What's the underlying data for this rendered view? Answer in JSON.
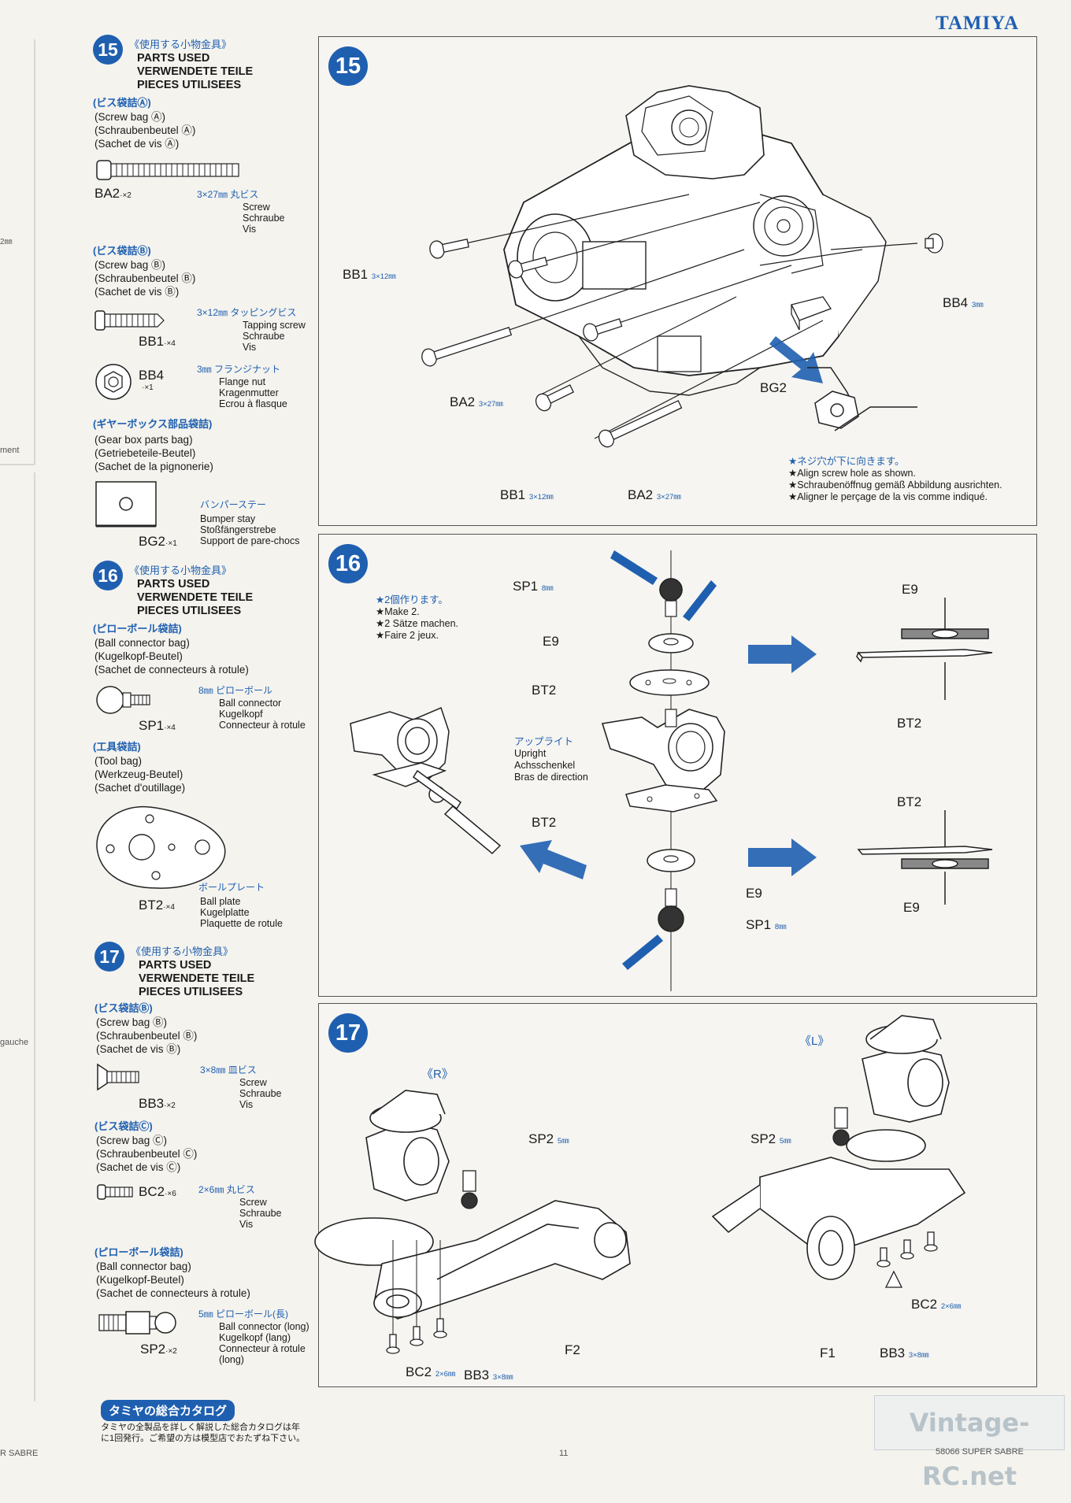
{
  "brand": "TAMIYA",
  "step15": {
    "number": "15",
    "parts_jp": "《使用する小物金具》",
    "parts_title": [
      "PARTS USED",
      "VERWENDETE TEILE",
      "PIECES UTILISEES"
    ],
    "bag_a_jp": "(ビス袋詰Ⓐ)",
    "bag_a": [
      "(Screw bag Ⓐ)",
      "(Schraubenbeutel Ⓐ)",
      "(Sachet de vis Ⓐ)"
    ],
    "ba2": {
      "code": "BA2",
      "qty": "·×2",
      "size_jp": "3×27㎜ 丸ビス",
      "desc": [
        "Screw",
        "Schraube",
        "Vis"
      ]
    },
    "bag_b_jp": "(ビス袋詰Ⓑ)",
    "bag_b": [
      "(Screw bag Ⓑ)",
      "(Schraubenbeutel Ⓑ)",
      "(Sachet de vis Ⓑ)"
    ],
    "bb1": {
      "code": "BB1",
      "qty": "·×4",
      "size_jp": "3×12㎜ タッピングビス",
      "desc": [
        "Tapping screw",
        "Schraube",
        "Vis"
      ]
    },
    "bb4": {
      "code": "BB4",
      "qty": "·×1",
      "size_jp": "3㎜ フランジナット",
      "desc": [
        "Flange nut",
        "Kragenmutter",
        "Ecrou à flasque"
      ]
    },
    "gear_bag_jp": "(ギヤーボックス部品袋詰)",
    "gear_bag": [
      "(Gear box parts bag)",
      "(Getriebeteile-Beutel)",
      "(Sachet de la pignonerie)"
    ],
    "bg2": {
      "code": "BG2",
      "qty": "·×1",
      "name_jp": "バンパーステー",
      "desc": [
        "Bumper stay",
        "Stoßfängerstrebe",
        "Support de pare-chocs"
      ]
    }
  },
  "step16": {
    "number": "16",
    "parts_jp": "《使用する小物金具》",
    "parts_title": [
      "PARTS USED",
      "VERWENDETE TEILE",
      "PIECES UTILISEES"
    ],
    "ball_bag_jp": "(ピローボール袋詰)",
    "ball_bag": [
      "(Ball connector bag)",
      "(Kugelkopf-Beutel)",
      "(Sachet de connecteurs à rotule)"
    ],
    "sp1": {
      "code": "SP1",
      "qty": "·×4",
      "size_jp": "8㎜ ピローボール",
      "desc": [
        "Ball connector",
        "Kugelkopf",
        "Connecteur à rotule"
      ]
    },
    "tool_bag_jp": "(工具袋詰)",
    "tool_bag": [
      "(Tool bag)",
      "(Werkzeug-Beutel)",
      "(Sachet d'outillage)"
    ],
    "bt2": {
      "code": "BT2",
      "qty": "·×4",
      "name_jp": "ボールプレート",
      "desc": [
        "Ball plate",
        "Kugelplatte",
        "Plaquette de rotule"
      ]
    }
  },
  "step17": {
    "number": "17",
    "parts_jp": "《使用する小物金具》",
    "parts_title": [
      "PARTS USED",
      "VERWENDETE TEILE",
      "PIECES UTILISEES"
    ],
    "bag_b_jp": "(ビス袋詰Ⓑ)",
    "bag_b": [
      "(Screw bag Ⓑ)",
      "(Schraubenbeutel Ⓑ)",
      "(Sachet de vis Ⓑ)"
    ],
    "bb3": {
      "code": "BB3",
      "qty": "·×2",
      "size_jp": "3×8㎜ 皿ビス",
      "desc": [
        "Screw",
        "Schraube",
        "Vis"
      ]
    },
    "bag_c_jp": "(ビス袋詰Ⓒ)",
    "bag_c": [
      "(Screw bag Ⓒ)",
      "(Schraubenbeutel Ⓒ)",
      "(Sachet de vis Ⓒ)"
    ],
    "bc2": {
      "code": "BC2",
      "qty": "·×6",
      "size_jp": "2×6㎜ 丸ビス",
      "desc": [
        "Screw",
        "Schraube",
        "Vis"
      ]
    },
    "ball_bag_jp": "(ピローボール袋詰)",
    "ball_bag": [
      "(Ball connector bag)",
      "(Kugelkopf-Beutel)",
      "(Sachet de connecteurs à rotule)"
    ],
    "sp2": {
      "code": "SP2",
      "qty": "·×2",
      "size_jp": "5㎜ ピローボール(長)",
      "desc": [
        "Ball connector (long)",
        "Kugelkopf (lang)",
        "Connecteur à rotule",
        "(long)"
      ]
    }
  },
  "panel15": {
    "number": "15",
    "labels": {
      "bb1_a": "BB1",
      "bb1_a_size": "3×12㎜",
      "ba2_a": "BA2",
      "ba2_a_size": "3×27㎜",
      "bb1_b": "BB1",
      "bb1_b_size": "3×12㎜",
      "ba2_b": "BA2",
      "ba2_b_size": "3×27㎜",
      "bb4": "BB4",
      "bb4_size": "3㎜",
      "bg2": "BG2"
    },
    "note_jp": "★ネジ穴が下に向きます。",
    "note": [
      "★Align screw hole as shown.",
      "★Schraubenöffnug gemäß Abbildung ausrichten.",
      "★Aligner le perçage de la vis comme indiqué."
    ]
  },
  "panel16": {
    "number": "16",
    "make_jp": "★2個作ります。",
    "make": [
      "★Make 2.",
      "★2 Sätze machen.",
      "★Faire 2 jeux."
    ],
    "labels": {
      "sp1_top": "SP1",
      "sp1_top_size": "8㎜",
      "e9_top": "E9",
      "bt2_top": "BT2",
      "bt2_bottom": "BT2",
      "e9_bottom": "E9",
      "sp1_bottom": "SP1",
      "sp1_bottom_size": "8㎜",
      "r_e9_top": "E9",
      "r_bt2_top": "BT2",
      "r_bt2_bottom": "BT2",
      "r_e9_bottom": "E9"
    },
    "upright_jp": "アップライト",
    "upright": [
      "Upright",
      "Achsschenkel",
      "Bras de direction"
    ]
  },
  "panel17": {
    "number": "17",
    "r_label": "《R》",
    "l_label": "《L》",
    "labels": {
      "sp2_r": "SP2",
      "sp2_r_size": "5㎜",
      "sp2_l": "SP2",
      "sp2_l_size": "5㎜",
      "f2": "F2",
      "f1": "F1",
      "bb3_r": "BB3",
      "bb3_r_size": "3×8㎜",
      "bc2_r": "BC2",
      "bc2_r_size": "2×6㎜",
      "bc2_l": "BC2",
      "bc2_l_size": "2×6㎜",
      "bb3_l": "BB3",
      "bb3_l_size": "3×8㎜"
    }
  },
  "catalog": {
    "title": "タミヤの総合カタログ",
    "text": [
      "タミヤの全製品を詳しく解説した総合カタログは年",
      "に1回発行。ご希望の方は模型店でおたずね下さい。"
    ]
  },
  "footer": {
    "page": "11",
    "model": "58066 SUPER SABRE",
    "left_edge": "R SABRE"
  },
  "watermark": "Vintage-RC.net",
  "edge_text": {
    "mm": "2㎜",
    "ment": "ment",
    "gauche": "gauche"
  }
}
